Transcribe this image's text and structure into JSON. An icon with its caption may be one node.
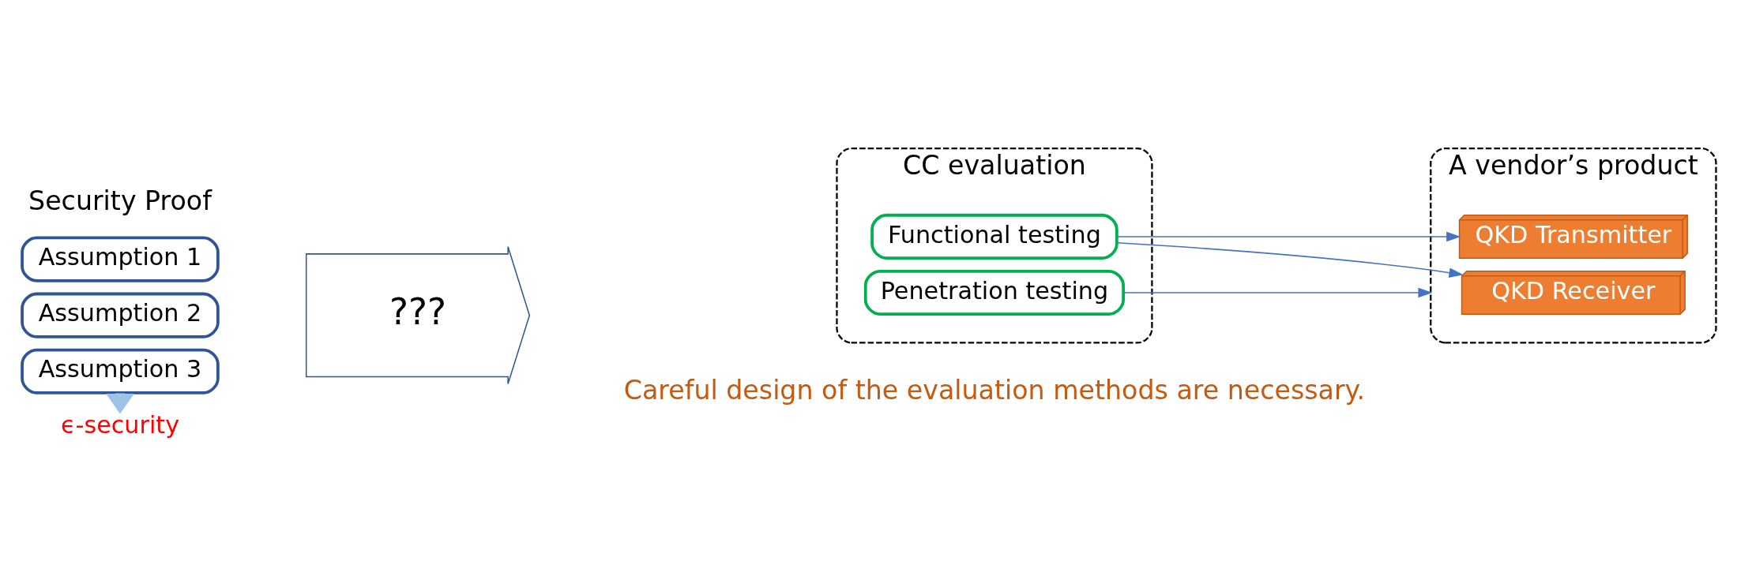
{
  "diagram": {
    "nodes": [
      {
        "text": [
          "Assumption 1"
        ]
      },
      {
        "text": [
          "Assumption 2"
        ]
      },
      {
        "text": [
          "Assumption 3"
        ]
      },
      {
        "text": [
          "ϵ-security"
        ]
      },
      {
        "text": [
          "???"
        ]
      },
      {
        "text": [
          "CC evaluation"
        ]
      },
      {
        "text": [
          "Functional testing"
        ],
        "in": 5
      },
      {
        "text": [
          "Penetration testing"
        ],
        "in": 5
      },
      {
        "text": [
          "A vendor’s product"
        ]
      },
      {
        "text": [
          "QKD Transmitter"
        ],
        "in": 8
      },
      {
        "text": [
          "QKD Receiver"
        ],
        "in": 8
      }
    ],
    "edges": [
      {
        "from": 2,
        "to": 3,
        "arrow": "to",
        "style": "thick",
        "color": "#9dc3e6"
      },
      {
        "from": 6,
        "to": 9,
        "arrow": "to"
      },
      {
        "from": 6,
        "to": 10,
        "arrow": "to"
      },
      {
        "from": 7,
        "to": 8,
        "arrow": "to"
      }
    ],
    "labels": [
      "Security Proof",
      "Careful design of the evaluation methods are necessary."
    ]
  }
}
